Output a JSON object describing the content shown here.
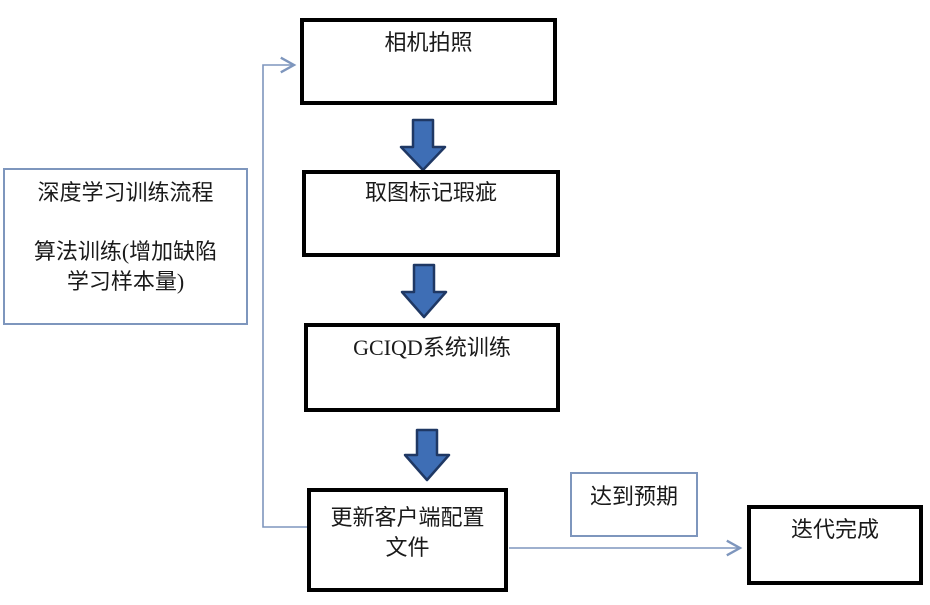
{
  "diagram": {
    "type": "flowchart",
    "background": "#FFFFFF",
    "nodes": {
      "camera": {
        "label": "相机拍照"
      },
      "mark_defects": {
        "label": "取图标记瑕疵"
      },
      "system_training": {
        "label": "GCIQD系统训练"
      },
      "update_config": {
        "lines": [
          "更新客户端配置",
          "文件"
        ]
      },
      "process_note": {
        "lines": [
          "深度学习训练流程",
          "算法训练(增加缺陷",
          "学习样本量)"
        ]
      },
      "expected": {
        "label": "达到预期"
      },
      "done": {
        "label": "迭代完成"
      }
    },
    "edges": [
      {
        "from": "camera",
        "to": "mark_defects",
        "style": "block-arrow-down"
      },
      {
        "from": "mark_defects",
        "to": "system_training",
        "style": "block-arrow-down"
      },
      {
        "from": "system_training",
        "to": "update_config",
        "style": "block-arrow-down"
      },
      {
        "from": "update_config",
        "to": "camera",
        "style": "thin-open-arrow-feedback-loop"
      },
      {
        "from": "update_config",
        "to": "done",
        "style": "thin-open-arrow",
        "label_node": "expected"
      }
    ],
    "colors": {
      "node_border": "#000000",
      "note_border": "#7E96BD",
      "connector": "#7E96BD",
      "block_arrow_fill": "#3E6EB5",
      "block_arrow_stroke": "#1F3864",
      "text": "#1A1A1A",
      "background": "#FFFFFF"
    }
  }
}
